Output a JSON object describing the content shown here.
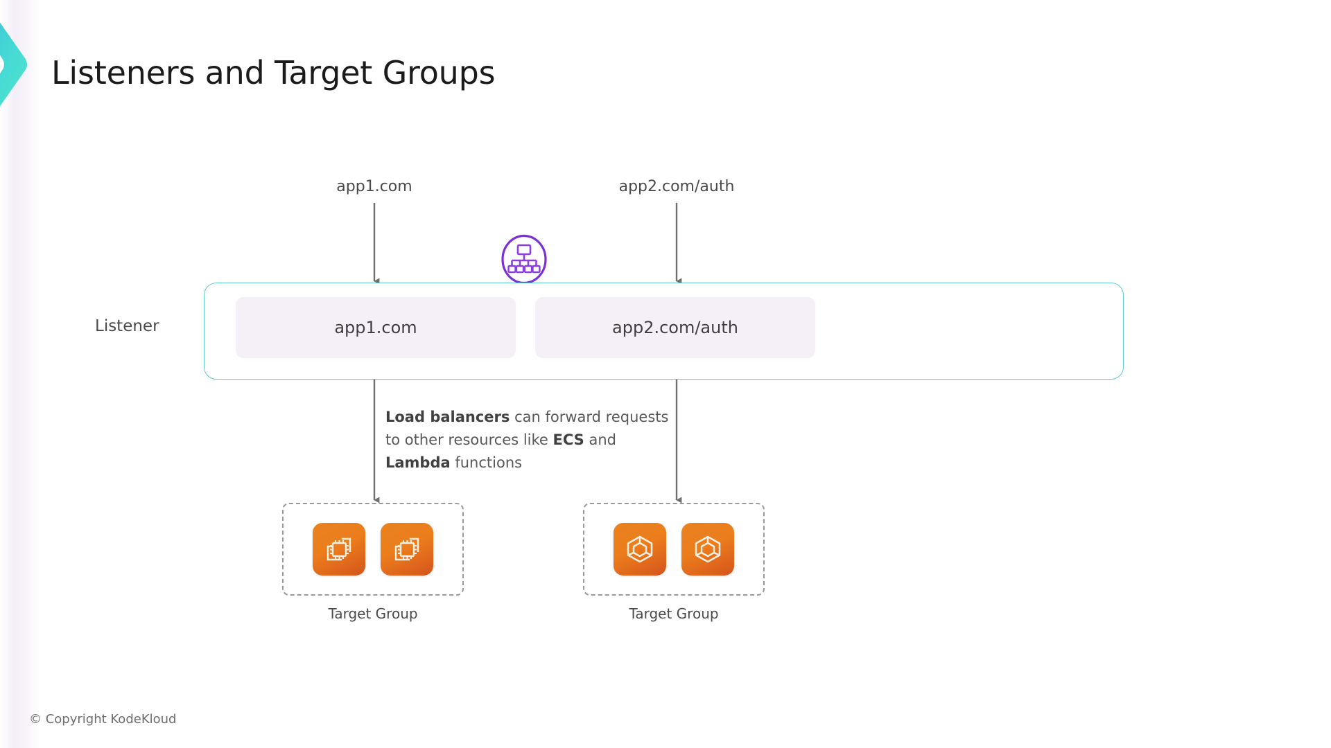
{
  "slide": {
    "title": "Listeners and Target Groups",
    "background_color": "#ffffff",
    "accent_color": "#5ec8d0",
    "logo_icon": "chevron-logo-icon"
  },
  "sources": [
    {
      "label": "app1.com"
    },
    {
      "label": "app2.com/auth"
    }
  ],
  "load_balancer": {
    "icon": "load-balancer-icon",
    "color": "#7b2fd6"
  },
  "listener": {
    "label": "Listener",
    "border_color": "#5ec8d0",
    "rules": [
      {
        "label": "app1.com",
        "background_color": "#f5f0f7"
      },
      {
        "label": "app2.com/auth",
        "background_color": "#f5f0f7"
      }
    ]
  },
  "annotation": {
    "segments": [
      {
        "text": "Load balancers",
        "bold": true
      },
      {
        "text": " can forward requests to other resources like ",
        "bold": false
      },
      {
        "text": "ECS",
        "bold": true
      },
      {
        "text": " and ",
        "bold": false
      },
      {
        "text": "Lambda",
        "bold": true
      },
      {
        "text": " functions",
        "bold": false
      }
    ],
    "plain_text": "Load balancers can forward requests to other resources like ECS and Lambda functions"
  },
  "target_groups": [
    {
      "caption": "Target Group",
      "icon_color": "#e07b1e",
      "targets": [
        {
          "icon": "ec2-instance-icon"
        },
        {
          "icon": "ec2-instance-icon"
        }
      ]
    },
    {
      "caption": "Target Group",
      "icon_color": "#e07b1e",
      "targets": [
        {
          "icon": "lambda-cube-icon"
        },
        {
          "icon": "lambda-cube-icon"
        }
      ]
    }
  ],
  "footer": {
    "copyright": "© Copyright KodeKloud"
  }
}
